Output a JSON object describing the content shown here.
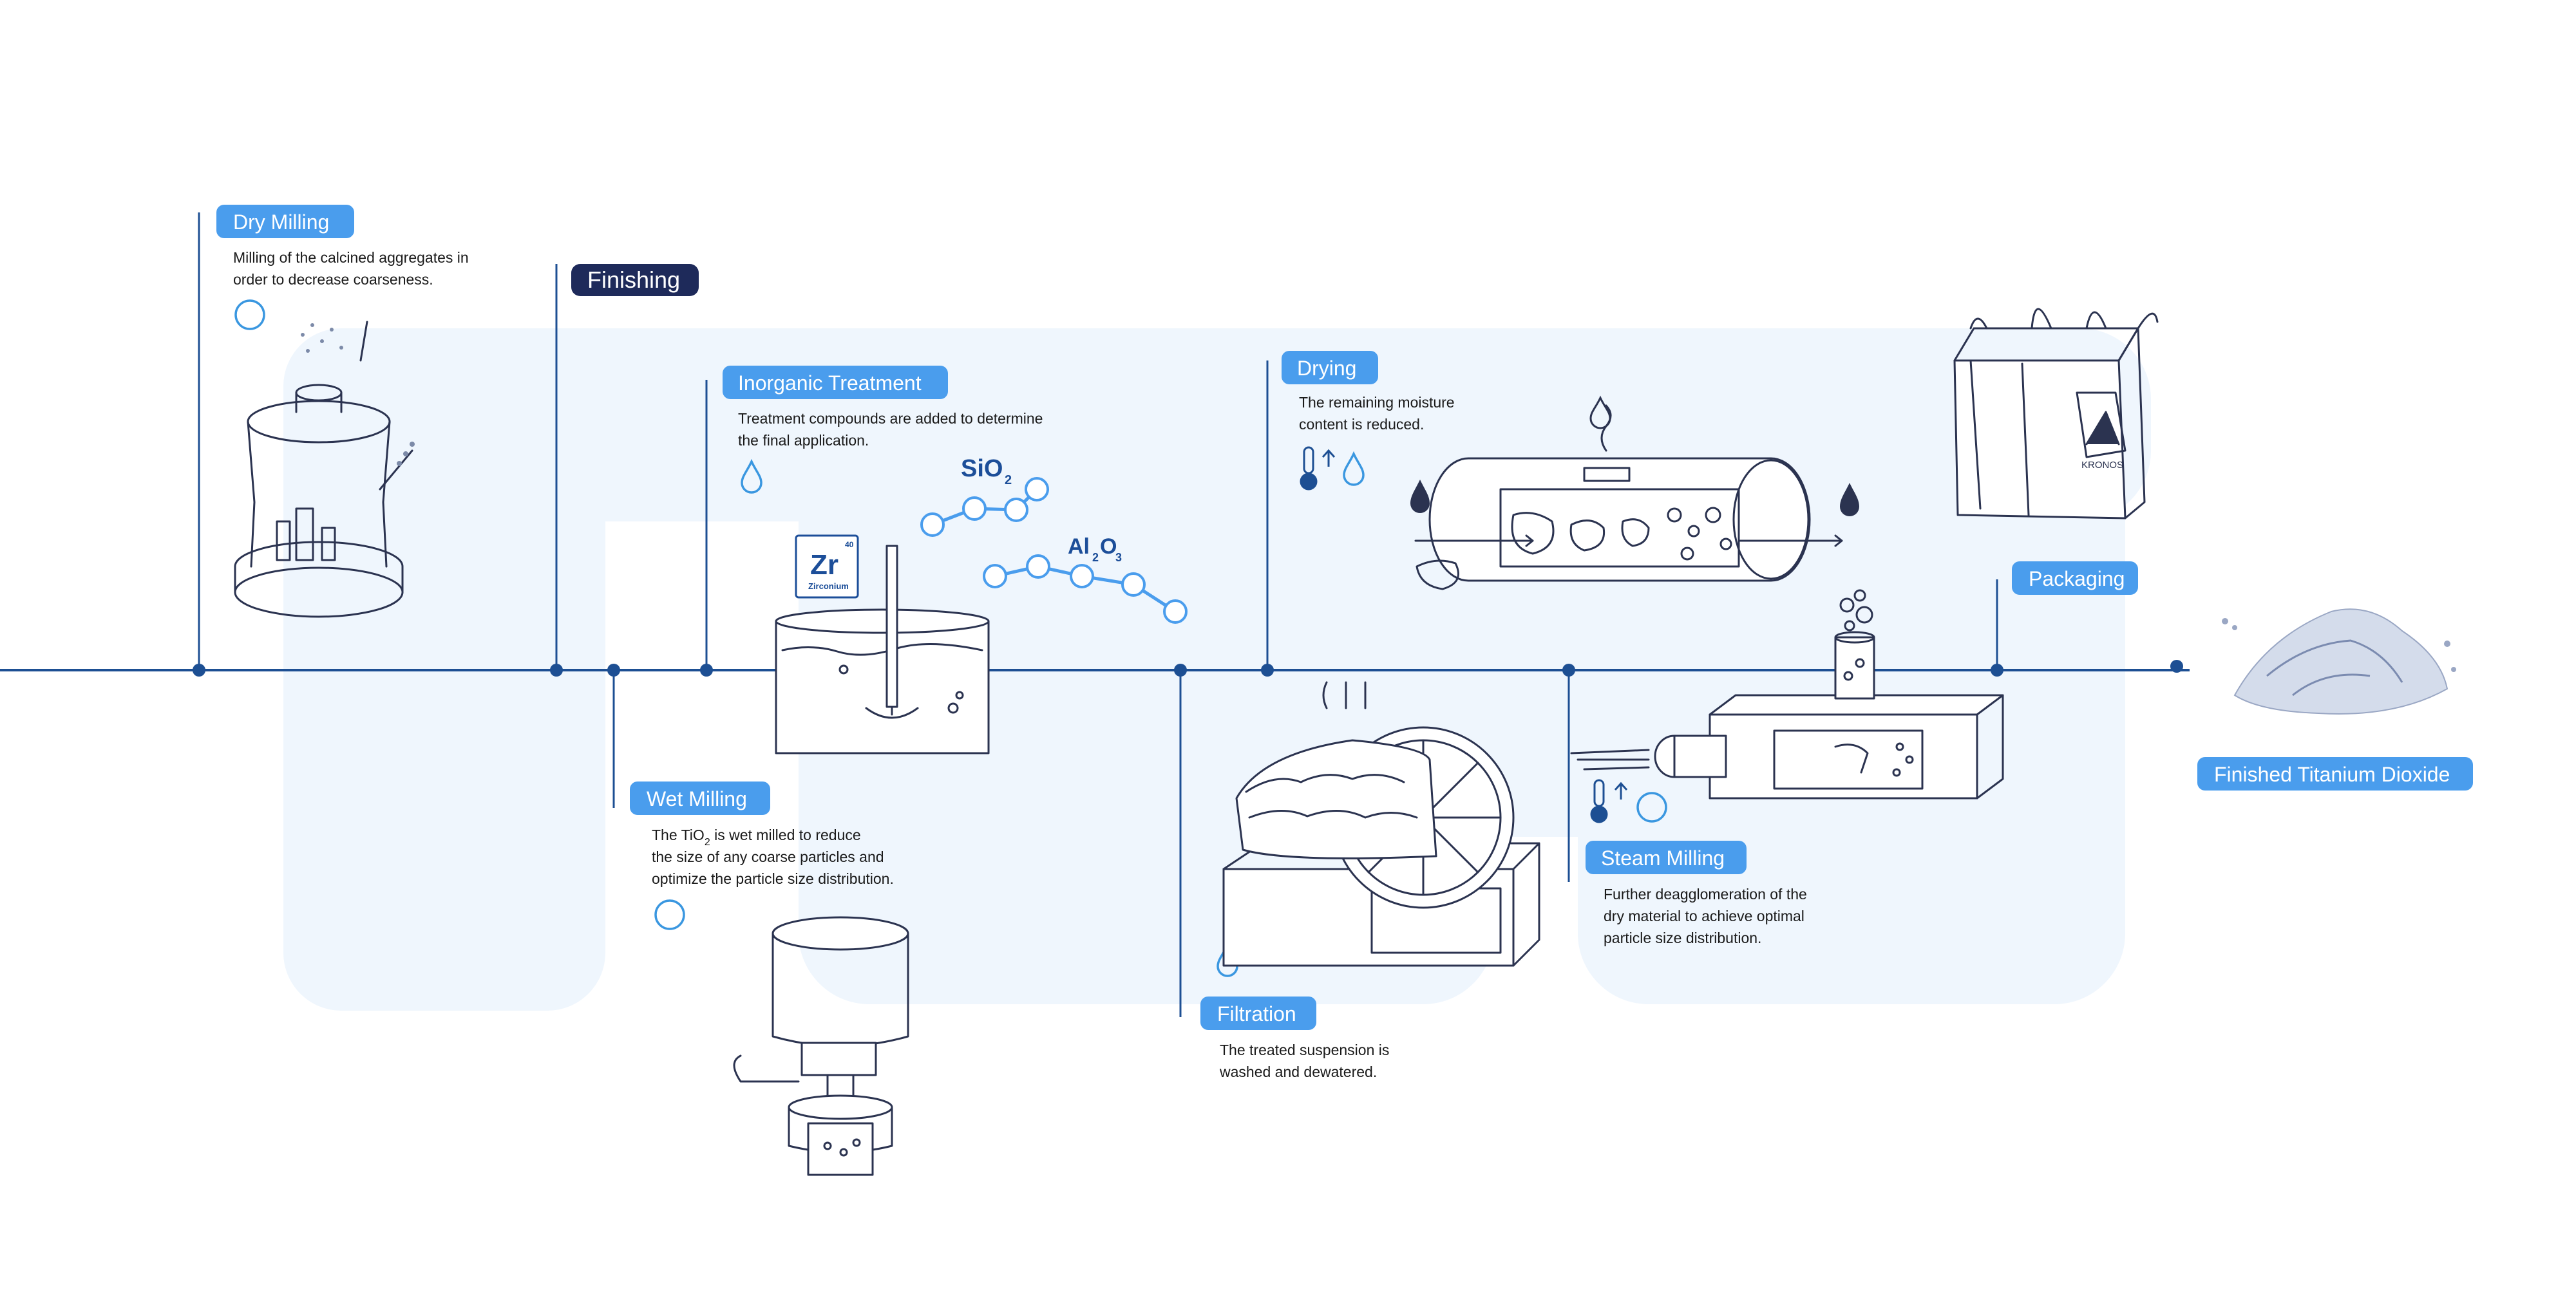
{
  "steps": {
    "dry_milling": {
      "title": "Dry Milling",
      "desc1": "Milling of the calcined aggregates in",
      "desc2": "order to decrease coarseness."
    },
    "finishing": {
      "title": "Finishing"
    },
    "inorganic_treatment": {
      "title": "Inorganic Treatment",
      "desc1": "Treatment compounds are added to determine",
      "desc2": "the final application."
    },
    "wet_milling": {
      "title": "Wet Milling",
      "desc1_pre": "The TiO",
      "desc1_sub": "2",
      "desc1_post": " is wet milled to reduce",
      "desc2": "the size of any coarse particles and",
      "desc3": "optimize the particle size distribution."
    },
    "drying": {
      "title": "Drying",
      "desc1": "The remaining moisture",
      "desc2": "content is reduced."
    },
    "filtration": {
      "title": "Filtration",
      "desc1": "The treated suspension is",
      "desc2": "washed and dewatered."
    },
    "steam_milling": {
      "title": "Steam Milling",
      "desc1": "Further deagglomeration of the",
      "desc2": "dry material to achieve optimal",
      "desc3": "particle size distribution."
    },
    "packaging": {
      "title": "Packaging",
      "bag_brand": "KRONOS"
    },
    "finished": {
      "title": "Finished Titanium Dioxide"
    }
  },
  "chemistry": {
    "zr_symbol": "Zr",
    "zr_number": "40",
    "zr_name": "Zirconium",
    "sio2": {
      "base": "SiO",
      "sub": "2"
    },
    "al2o3": {
      "a": "Al",
      "s1": "2",
      "b": "O",
      "s2": "3"
    }
  },
  "colors": {
    "label_bg": "#4a9ded",
    "finishing_bg": "#1e2a5a",
    "timeline": "#1d4f93",
    "background_shape": "#eff6fd",
    "icon_blue": "#3a97e0"
  }
}
